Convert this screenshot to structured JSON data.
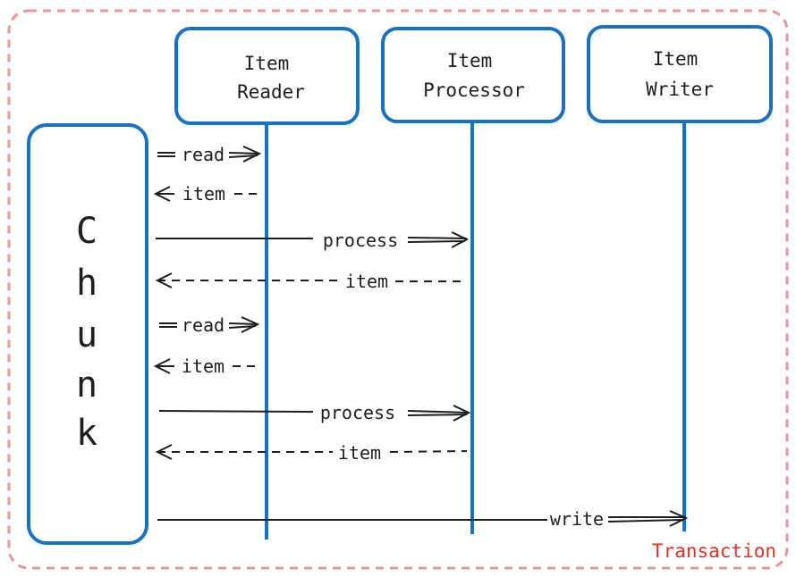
{
  "colors": {
    "boxStroke": "#1971c2",
    "lifeline": "#1971c2",
    "arrow": "#1e1e1e",
    "transactionBorder": "#e8959a",
    "transactionLabel": "#e03131"
  },
  "transaction": {
    "label": "Transaction"
  },
  "chunk": {
    "letters": [
      "C",
      "h",
      "u",
      "n",
      "k"
    ]
  },
  "participants": {
    "reader": {
      "line1": "Item",
      "line2": "Reader"
    },
    "processor": {
      "line1": "Item",
      "line2": "Processor"
    },
    "writer": {
      "line1": "Item",
      "line2": "Writer"
    }
  },
  "messages": [
    {
      "label": "read",
      "style": "solid",
      "to": "Item Reader"
    },
    {
      "label": "item",
      "style": "dashed",
      "from": "Item Reader"
    },
    {
      "label": "process",
      "style": "solid",
      "to": "Item Processor"
    },
    {
      "label": "item",
      "style": "dashed",
      "from": "Item Processor"
    },
    {
      "label": "read",
      "style": "solid",
      "to": "Item Reader"
    },
    {
      "label": "item",
      "style": "dashed",
      "from": "Item Reader"
    },
    {
      "label": "process",
      "style": "solid",
      "to": "Item Processor"
    },
    {
      "label": "item",
      "style": "dashed",
      "from": "Item Processor"
    },
    {
      "label": "write",
      "style": "solid",
      "to": "Item Writer"
    }
  ]
}
